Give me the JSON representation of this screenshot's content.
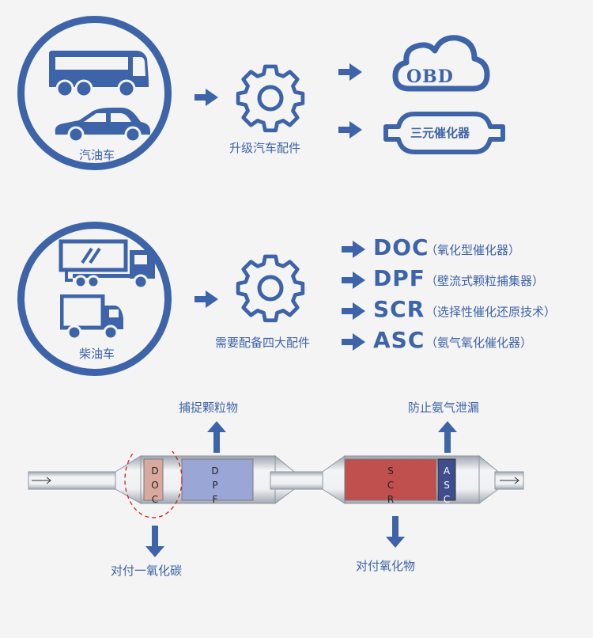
{
  "top": {
    "vehicle_label": "汽油车",
    "upgrade_label": "升级汽车配件",
    "obd_text": "OBD",
    "catalyst_text": "三元催化器"
  },
  "middle": {
    "vehicle_label": "柴油车",
    "upgrade_label": "需要配备四大配件",
    "parts": [
      {
        "code": "DOC",
        "desc": "（氧化型催化器）"
      },
      {
        "code": "DPF",
        "desc": "（壁流式颗粒捕集器）"
      },
      {
        "code": "SCR",
        "desc": "（选择性催化还原技术）"
      },
      {
        "code": "ASC",
        "desc": "（氨气氧化催化器）"
      }
    ]
  },
  "bottom": {
    "up_left": "捕捉颗粒物",
    "up_right": "防止氨气泄漏",
    "down_left": "对付一氧化碳",
    "down_right": "对付氧化物",
    "doc_letters": [
      "D",
      "O",
      "C"
    ],
    "dpf_letters": [
      "D",
      "P",
      "F"
    ],
    "scr_letters": [
      "S",
      "C",
      "R"
    ],
    "asc_letters": [
      "A",
      "S",
      "C"
    ]
  },
  "colors": {
    "primary": "#3d63a8",
    "doc": "#d9a9a0",
    "dpf": "#9aa6d6",
    "scr": "#c0504d",
    "asc": "#3f4d8c"
  }
}
